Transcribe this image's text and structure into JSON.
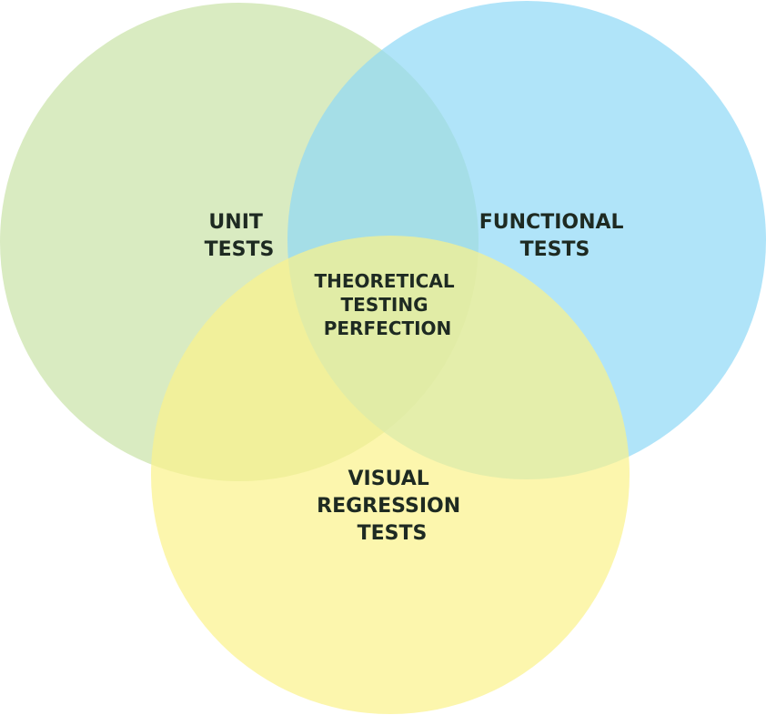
{
  "diagram": {
    "sets": [
      {
        "key": "unit",
        "lines": [
          "UNIT",
          "TESTS"
        ],
        "color": "#c9e2a7"
      },
      {
        "key": "functional",
        "lines": [
          "FUNCTIONAL",
          "TESTS"
        ],
        "color": "#8fd8f6"
      },
      {
        "key": "visual",
        "lines": [
          "VISUAL",
          "REGRESSION",
          "TESTS"
        ],
        "color": "#fbf28a"
      }
    ],
    "intersection": {
      "lines": [
        "THEORETICAL",
        "TESTING",
        "PERFECTION"
      ]
    }
  }
}
